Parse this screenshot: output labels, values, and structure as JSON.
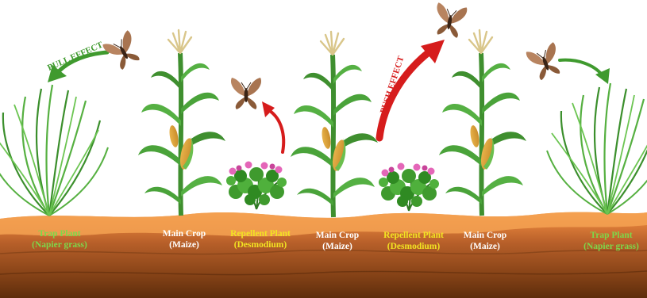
{
  "effects": {
    "pull": "PULL EFFECT",
    "push": "PUSH EFFECT"
  },
  "labels": {
    "trap_left": {
      "name": "Trap Plant",
      "species": "(Napier grass)"
    },
    "crop_1": {
      "name": "Main Crop",
      "species": "(Maize)"
    },
    "repellent_1": {
      "name": "Repellent Plant",
      "species": "(Desmodium)"
    },
    "crop_2": {
      "name": "Main Crop",
      "species": "(Maize)"
    },
    "repellent_2": {
      "name": "Repellent Plant",
      "species": "(Desmodium)"
    },
    "crop_3": {
      "name": "Main Crop",
      "species": "(Maize)"
    },
    "trap_right": {
      "name": "Trap Plant",
      "species": "(Napier grass)"
    }
  },
  "colors": {
    "trap_label": "#7dd84a",
    "crop_label": "#ffffff",
    "repellent_label": "#f2e422",
    "pull_arrow": "#3f9a2e",
    "push_arrow": "#d61c1c",
    "soil_top": "#e9883a",
    "soil_dark": "#6b3410"
  },
  "icons": {
    "moth": "moth-icon",
    "maize": "maize-plant-icon",
    "napier": "napier-grass-icon",
    "desmodium": "desmodium-plant-icon"
  }
}
